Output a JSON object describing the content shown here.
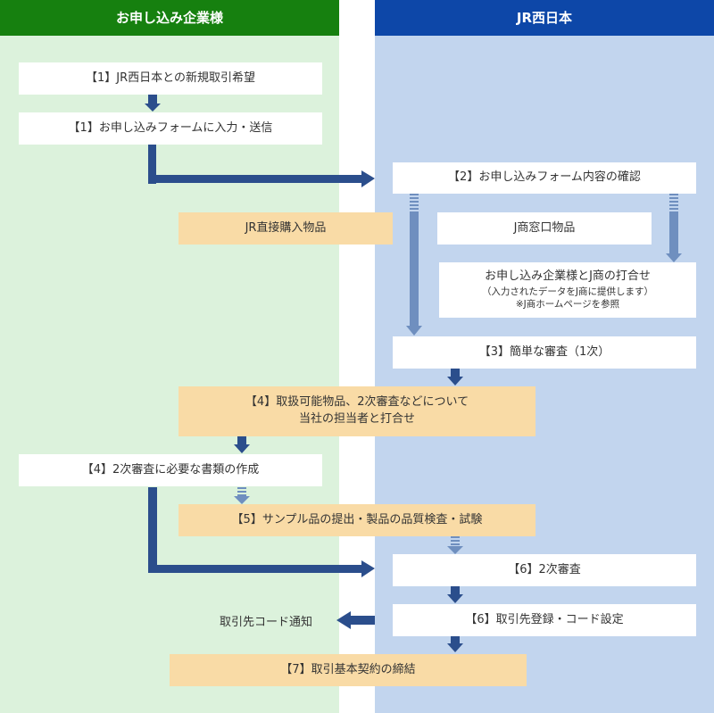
{
  "columns": {
    "left_title": "お申し込み企業様",
    "right_title": "JR西日本"
  },
  "steps": {
    "step1a": "【1】JR西日本との新規取引希望",
    "step1b": "【1】お申し込みフォームに入力・送信",
    "step2": "【2】お申し込みフォーム内容の確認",
    "direct": "JR直接購入物品",
    "jsho": "J商窓口物品",
    "jsho_meeting": {
      "line1": "お申し込み企業様とJ商の打合せ",
      "line2": "（入力されたデータをJ商に提供します）",
      "line3": "※J商ホームページを参照"
    },
    "step3": "【3】簡単な審査（1次）",
    "step4_meeting": {
      "line1": "【4】取扱可能物品、2次審査などについて",
      "line2": "当社の担当者と打合せ"
    },
    "step4_docs": "【4】2次審査に必要な書類の作成",
    "step5": "【5】サンプル品の提出・製品の品質検査・試験",
    "step6a": "【6】2次審査",
    "step6b": "【6】取引先登録・コード設定",
    "notify": "取引先コード通知",
    "step7": "【7】取引基本契約の締結"
  },
  "colors": {
    "left_header": "#16800f",
    "left_bg": "#dcf2dc",
    "right_header": "#0d47a8",
    "right_bg": "#c2d5ee",
    "arrow": "#2b4e8c",
    "arrow_light": "#6f8fbf",
    "orange_box": "#f9dba6"
  }
}
